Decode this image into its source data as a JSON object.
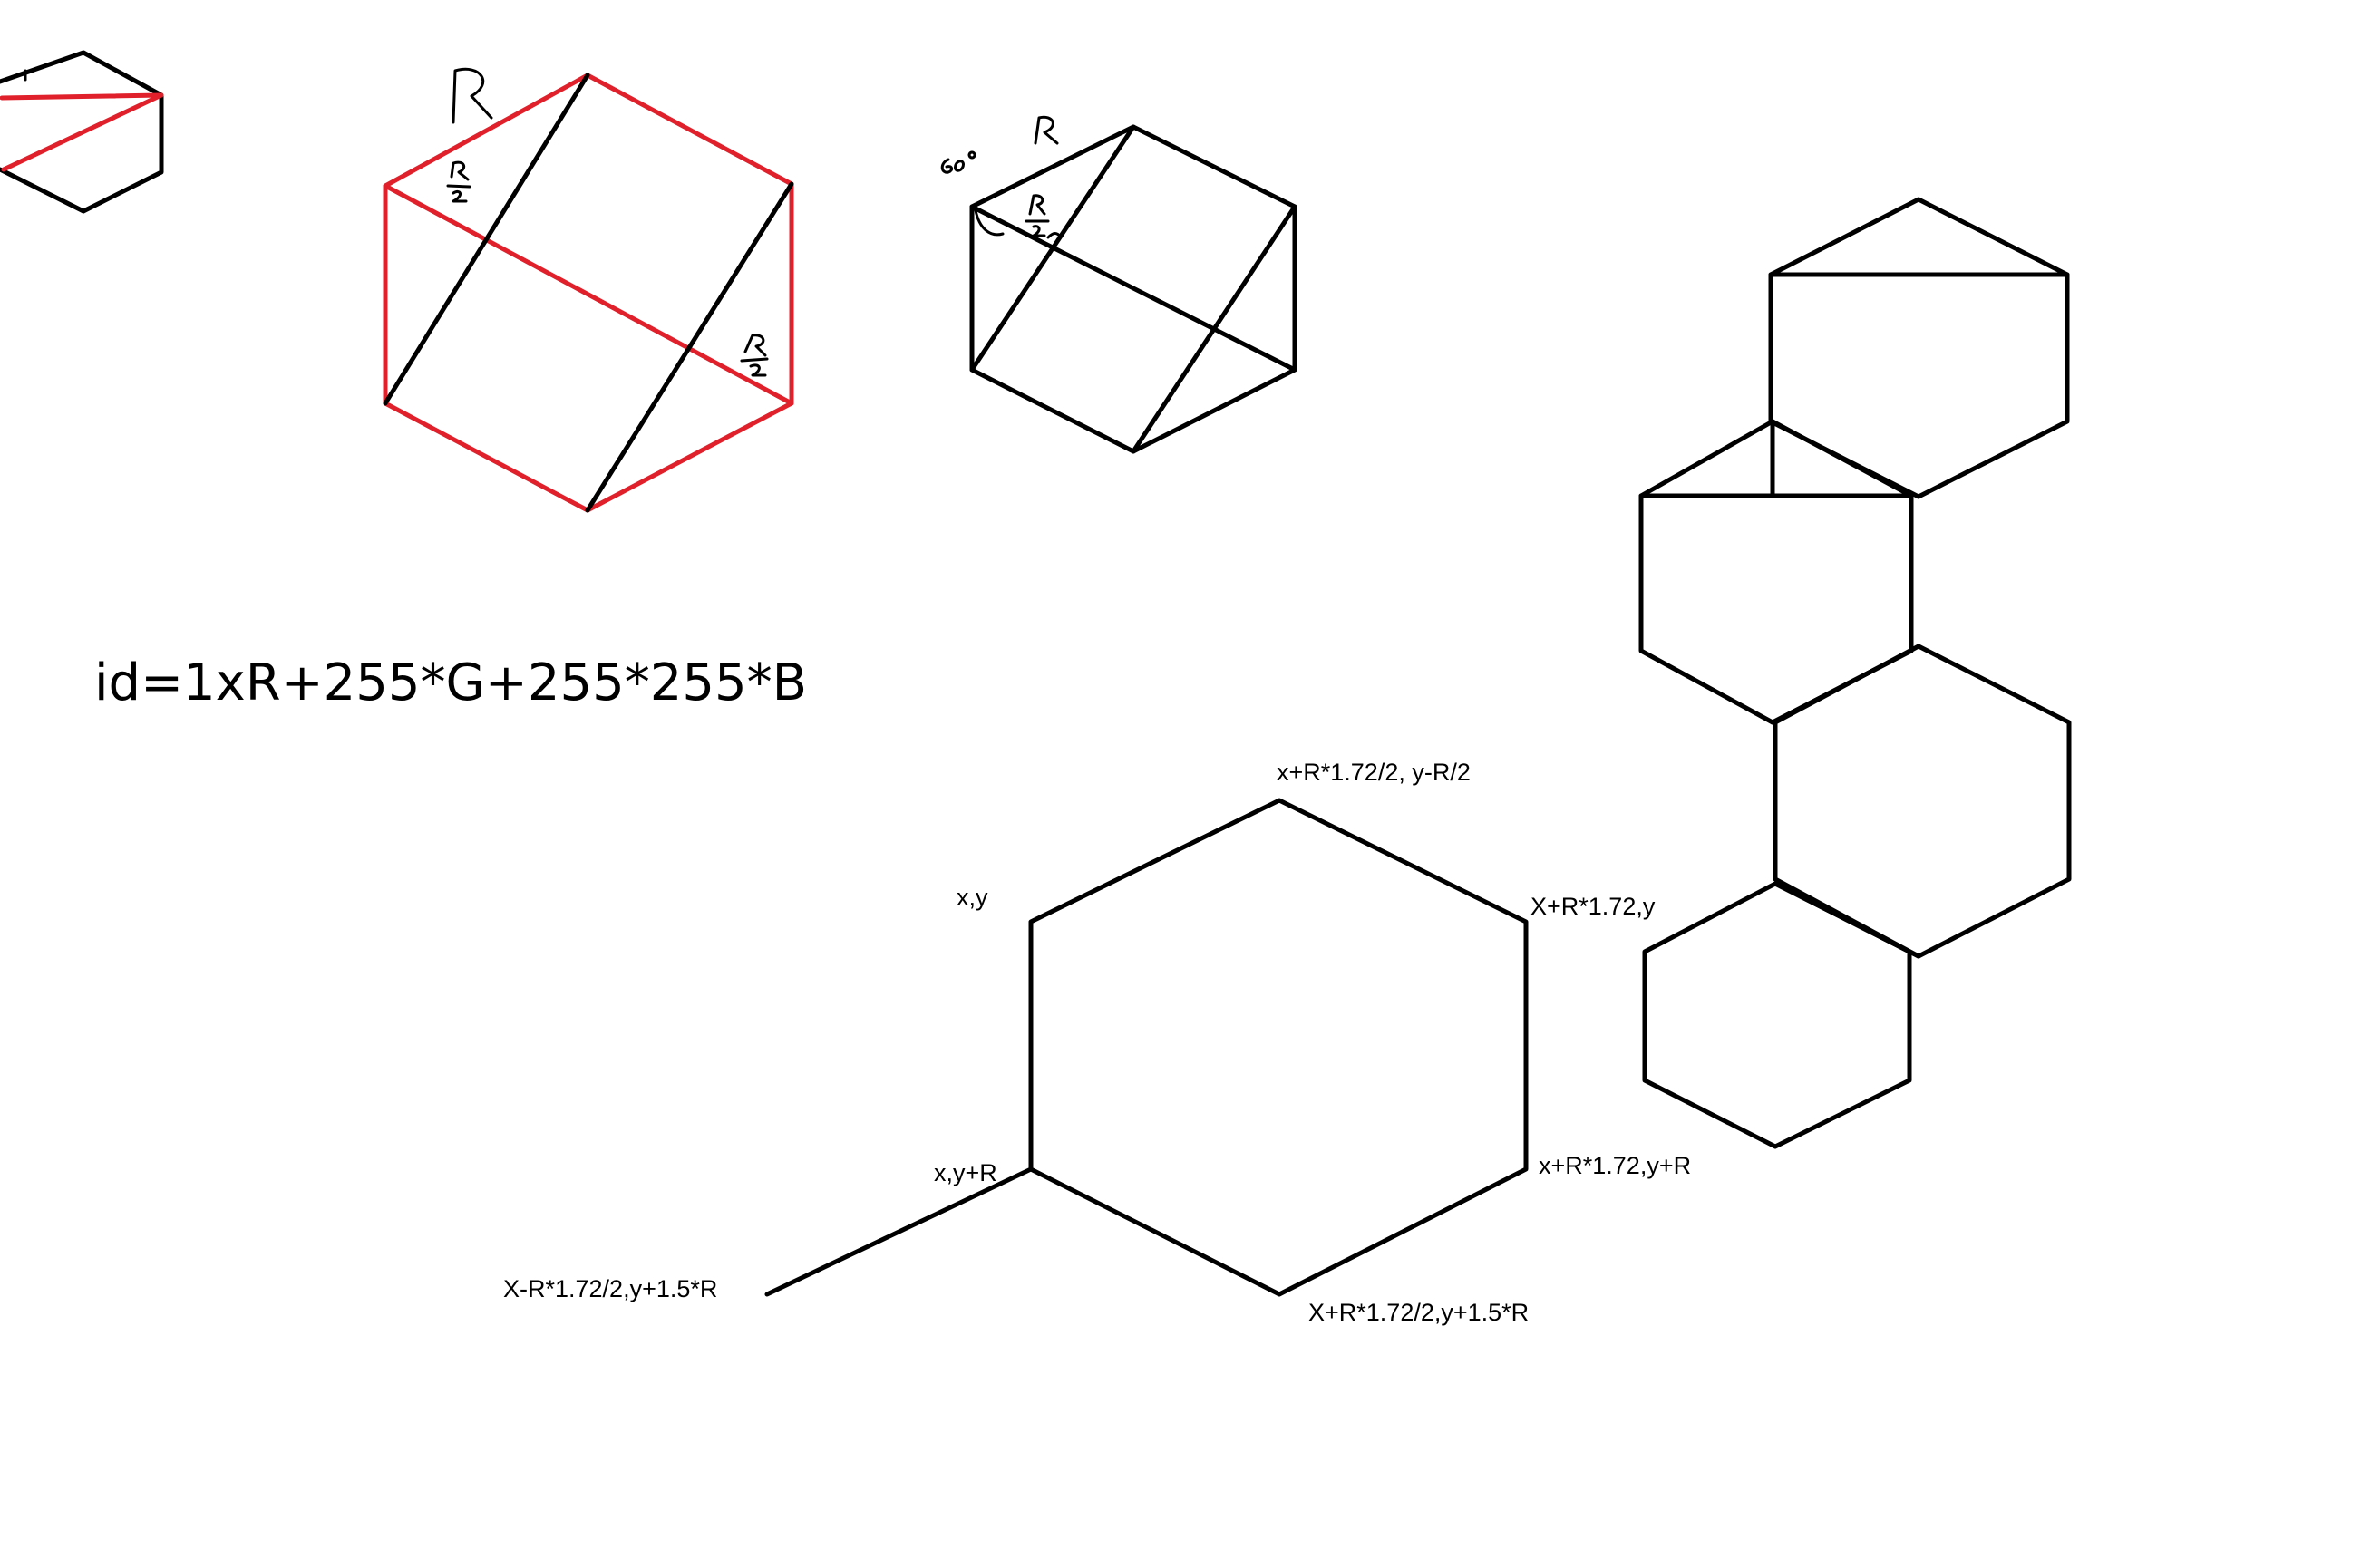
{
  "formula": "id=1xR+255*G+255*255*B",
  "vertex_labels": {
    "top": "x+R*1.72/2, y-R/2",
    "top_left": "x,y",
    "top_right": "X+R*1.72,y",
    "bottom_left": "x,y+R",
    "bottom_right": "x+R*1.72,y+R",
    "bottom": "X+R*1.72/2,y+1.5*R",
    "outer_left": "X-R*1.72/2,y+1.5*R"
  },
  "colors": {
    "ink": "#000000",
    "highlight": "#e0202a",
    "background": "#ffffff"
  }
}
